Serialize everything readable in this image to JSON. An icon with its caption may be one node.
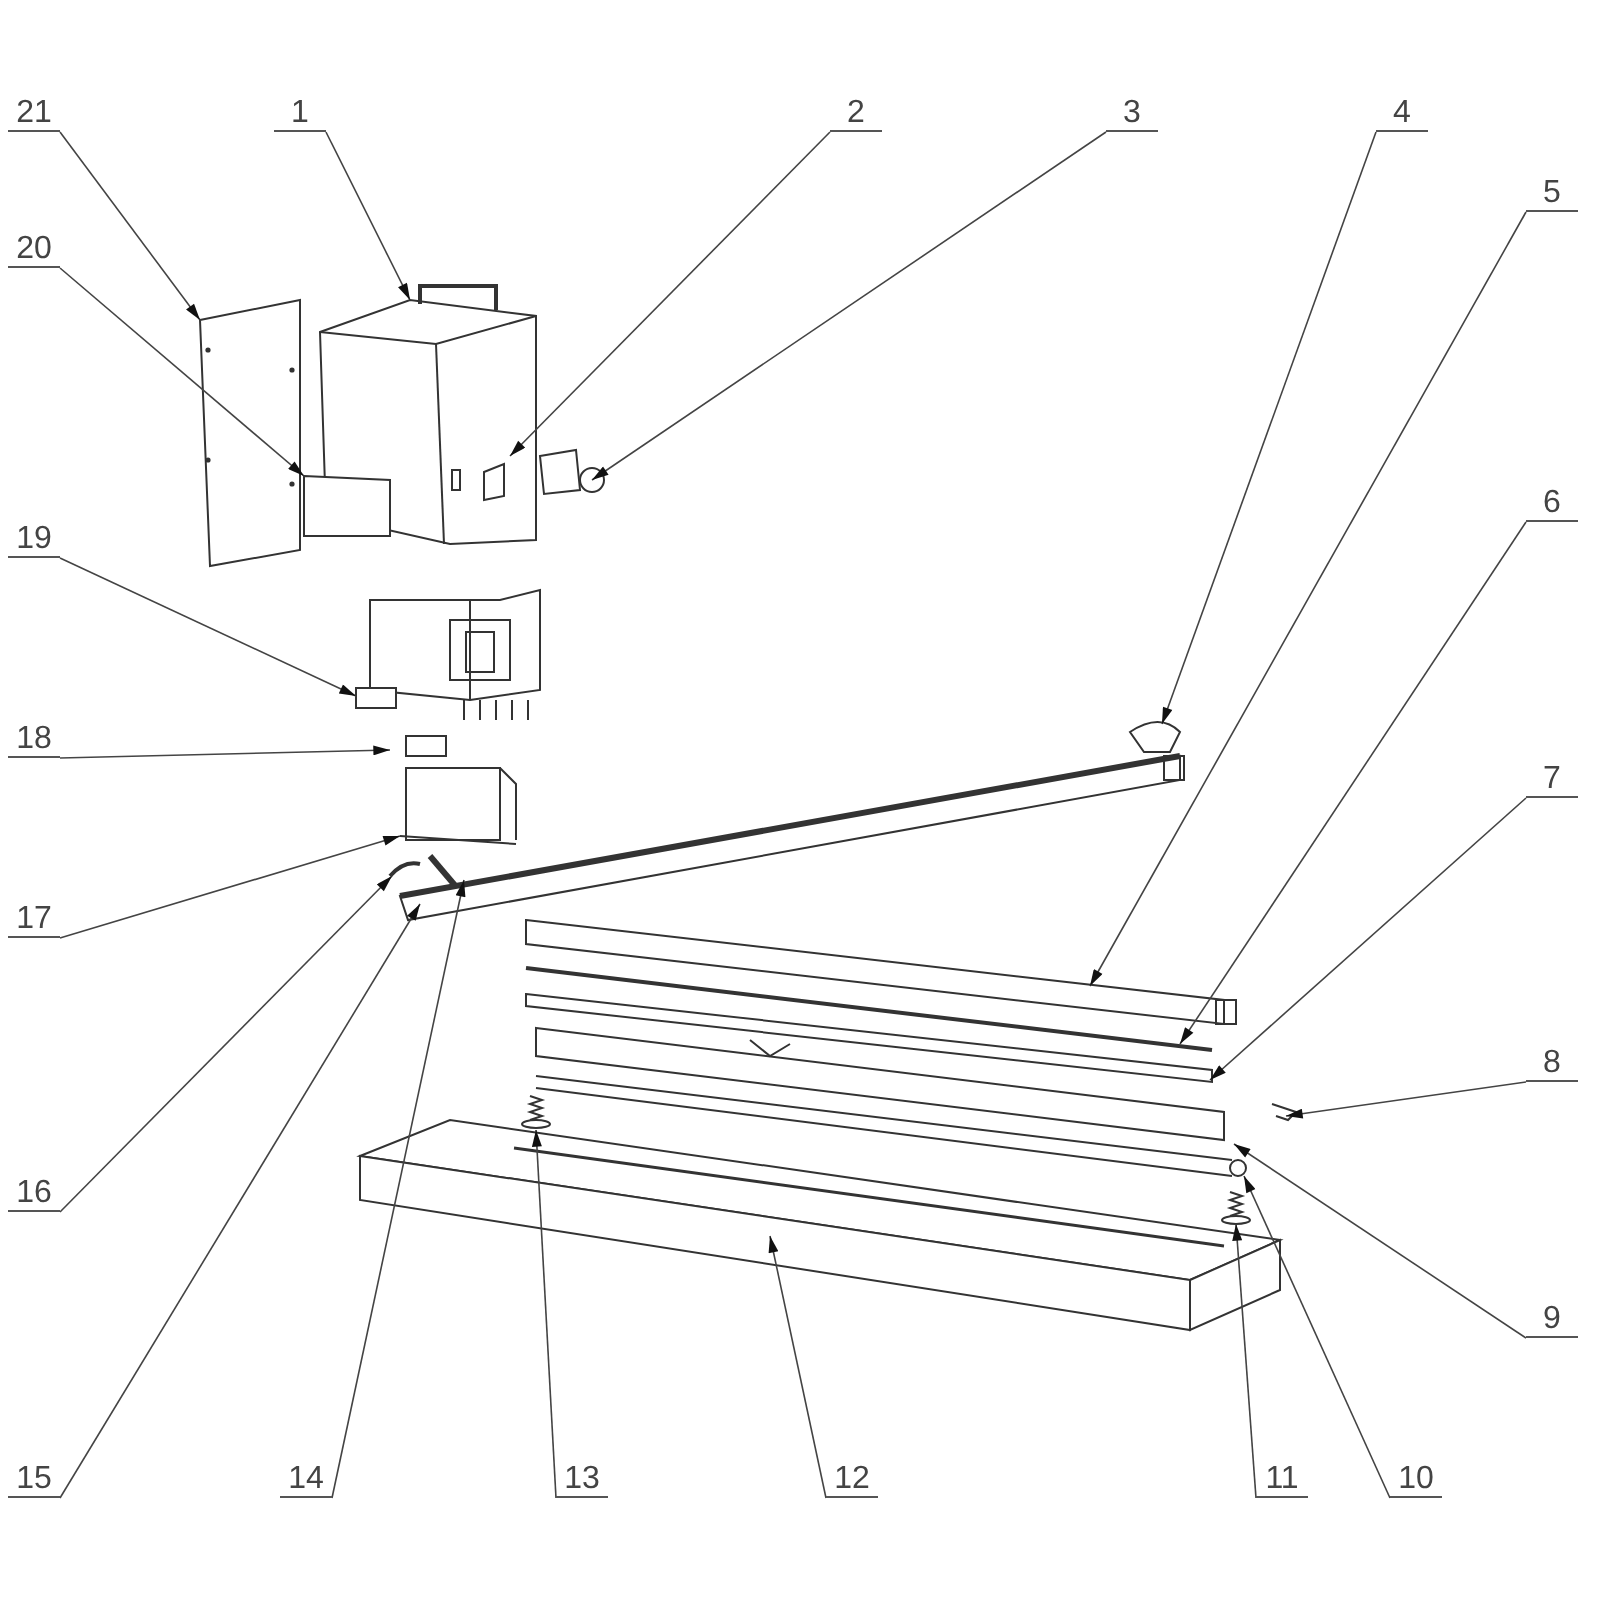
{
  "diagram": {
    "nodes": [
      {
        "text": [
          "1"
        ]
      },
      {
        "text": [
          "2"
        ]
      },
      {
        "text": [
          "3"
        ]
      },
      {
        "text": [
          "4"
        ]
      },
      {
        "text": [
          "5"
        ]
      },
      {
        "text": [
          "6"
        ]
      },
      {
        "text": [
          "7"
        ]
      },
      {
        "text": [
          "8"
        ]
      },
      {
        "text": [
          "9"
        ]
      },
      {
        "text": [
          "10"
        ]
      },
      {
        "text": [
          "11"
        ]
      },
      {
        "text": [
          "12"
        ]
      },
      {
        "text": [
          "13"
        ]
      },
      {
        "text": [
          "14"
        ]
      },
      {
        "text": [
          "15"
        ]
      },
      {
        "text": [
          "16"
        ]
      },
      {
        "text": [
          "17"
        ]
      },
      {
        "text": [
          "18"
        ]
      },
      {
        "text": [
          "19"
        ]
      },
      {
        "text": [
          "20"
        ]
      },
      {
        "text": [
          "21"
        ]
      }
    ],
    "edges": [
      {
        "from": 0,
        "to": null,
        "arrow": "to"
      },
      {
        "from": 1,
        "to": null,
        "arrow": "to"
      },
      {
        "from": 2,
        "to": null,
        "arrow": "to"
      },
      {
        "from": 3,
        "to": null,
        "arrow": "to"
      },
      {
        "from": 4,
        "to": null,
        "arrow": "to"
      },
      {
        "from": 5,
        "to": null,
        "arrow": "to"
      },
      {
        "from": 6,
        "to": null,
        "arrow": "to"
      },
      {
        "from": 7,
        "to": null,
        "arrow": "to"
      },
      {
        "from": 8,
        "to": null,
        "arrow": "to"
      },
      {
        "from": 9,
        "to": null,
        "arrow": "to"
      },
      {
        "from": 10,
        "to": null,
        "arrow": "to"
      },
      {
        "from": 11,
        "to": null,
        "arrow": "to"
      },
      {
        "from": 12,
        "to": null,
        "arrow": "to"
      },
      {
        "from": 13,
        "to": null,
        "arrow": "to"
      },
      {
        "from": 14,
        "to": null,
        "arrow": "to"
      },
      {
        "from": 15,
        "to": null,
        "arrow": "to"
      },
      {
        "from": 16,
        "to": null,
        "arrow": "to"
      },
      {
        "from": 17,
        "to": null,
        "arrow": "to"
      },
      {
        "from": 18,
        "to": null,
        "arrow": "to"
      },
      {
        "from": 19,
        "to": null,
        "arrow": "to"
      },
      {
        "from": 20,
        "to": null,
        "arrow": "to"
      }
    ]
  }
}
